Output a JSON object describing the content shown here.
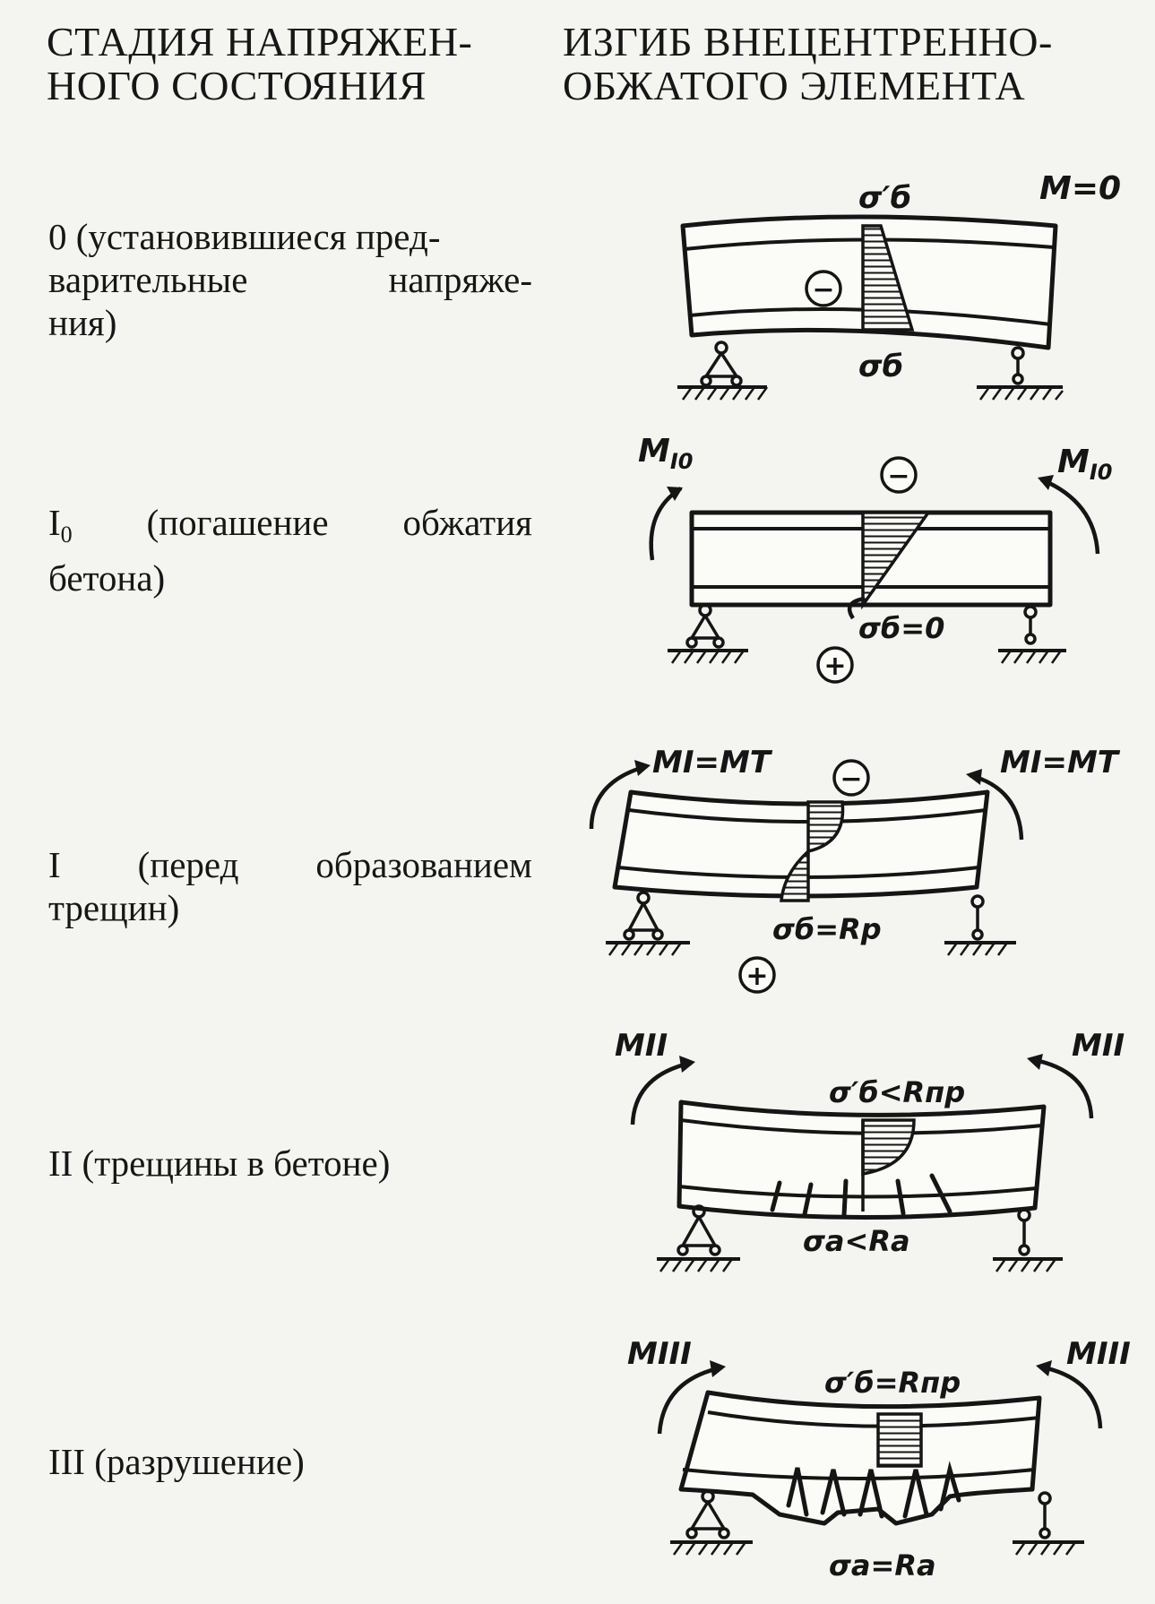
{
  "header": {
    "left": [
      "СТАДИЯ НАПРЯЖЕН-",
      "НОГО СОСТОЯНИЯ"
    ],
    "right": [
      "ИЗГИБ ВНЕЦЕНТРЕННО-",
      "ОБЖАТОГО ЭЛЕМЕНТА"
    ]
  },
  "stages": [
    {
      "label_lines": [
        "0 (установившиеся пред-",
        "варительные напряже-",
        "ния)"
      ],
      "moment": "M=0",
      "top_stress": "σ′б",
      "bottom_stress": "σб",
      "sign_top": "−"
    },
    {
      "label_main": "I",
      "label_sub": "0",
      "label_rest": " (погашение обжатия",
      "label_line2": "бетона)",
      "moment_left": "M",
      "moment_left_sub": "I0",
      "moment_right": "M",
      "moment_right_sub": "I0",
      "bottom_stress": "σб=0",
      "sign_top": "−",
      "sign_bottom": "+"
    },
    {
      "label_lines": [
        "I (перед образованием",
        "трещин)"
      ],
      "moment_left": "MI=MT",
      "moment_right": "MI=MT",
      "bottom_stress": "σб=Rp",
      "sign_top": "−",
      "sign_bottom": "+"
    },
    {
      "label_lines": [
        "II (трещины в бетоне)"
      ],
      "moment_left": "MII",
      "moment_right": "MII",
      "top_stress": "σ′б<Rпр",
      "bottom_stress": "σa<Ra"
    },
    {
      "label_lines": [
        "III (разрушение)"
      ],
      "moment_left": "MIII",
      "moment_right": "MIII",
      "top_stress": "σ′б=Rпр",
      "bottom_stress": "σa=Ra"
    }
  ]
}
